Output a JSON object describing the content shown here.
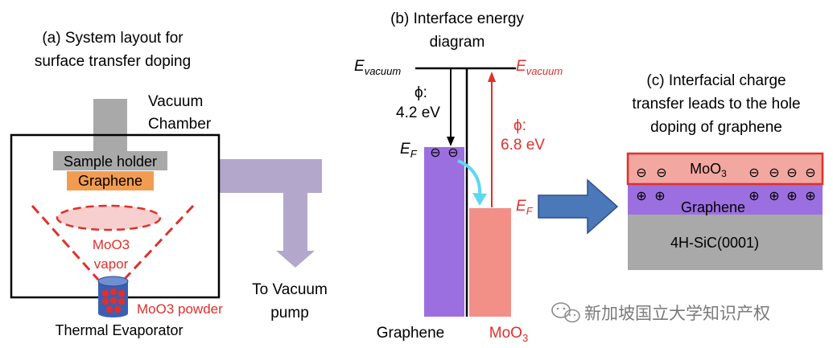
{
  "colors": {
    "black": "#000000",
    "red": "#e0302b",
    "graphene_purple": "#9c6fe0",
    "moo3_pink": "#f28f87",
    "moo3_layer": "#f2a7a0",
    "gray_block": "#a9a9a9",
    "orange": "#f29c52",
    "vacuum_pipe": "#b4a7cc",
    "cyan": "#5ed8ec",
    "arrow_blue": "#4b78b8",
    "sic_gray": "#a9a9a9",
    "moo3_evap": "#3a5fb4",
    "dots_red": "#e0302b"
  },
  "panel_a": {
    "title_line1": "(a) System layout  for",
    "title_line2": "surface transfer doping",
    "vacuum_line1": "Vacuum",
    "vacuum_line2": "Chamber",
    "sample_holder": "Sample holder",
    "graphene": "Graphene",
    "moo3_vapor_line1": "MoO3",
    "moo3_vapor_line2": "vapor",
    "moo3_powder": "MoO3 powder",
    "thermal_evaporator": "Thermal Evaporator",
    "to_vacuum_line1": "To Vacuum",
    "to_vacuum_line2": "pump"
  },
  "panel_b": {
    "title_line1": "(b) Interface energy",
    "title_line2": "diagram",
    "e_letter": "E",
    "vacuum_sub": "vacuum",
    "fermi_sub": "F",
    "phi_symbol": "ϕ:",
    "phi_graphene": "4.2 eV",
    "phi_moo3": "6.8 eV",
    "minus": "⊖",
    "graphene_label": "Graphene",
    "moo3_base": "MoO",
    "moo3_sub": "3"
  },
  "panel_c": {
    "title_line1": "(c) Interfacial charge",
    "title_line2": "transfer leads to the hole",
    "title_line3": "doping of graphene",
    "moo3_base": "MoO",
    "moo3_sub": "3",
    "graphene": "Graphene",
    "substrate": "4H-SiC(0001)",
    "minus": "⊖",
    "plus": "⊕"
  },
  "watermark": {
    "text": "新加坡国立大学知识产权",
    "icon": "wechat-icon"
  }
}
